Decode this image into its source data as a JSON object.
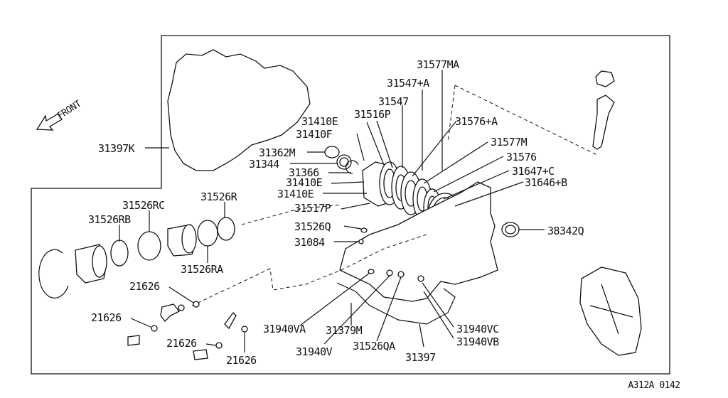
{
  "diagram": {
    "front_label": "FRONT",
    "drawing_code": "A312A 0142",
    "parts": [
      {
        "id": "p0",
        "label": "31397K"
      },
      {
        "id": "p1",
        "label": "31577MA"
      },
      {
        "id": "p2",
        "label": "31547+A"
      },
      {
        "id": "p3",
        "label": "31547"
      },
      {
        "id": "p4",
        "label": "31410E"
      },
      {
        "id": "p5",
        "label": "31516P"
      },
      {
        "id": "p6",
        "label": "31576+A"
      },
      {
        "id": "p7",
        "label": "31410F"
      },
      {
        "id": "p8",
        "label": "31577M"
      },
      {
        "id": "p9",
        "label": "31362M"
      },
      {
        "id": "p10",
        "label": "31576"
      },
      {
        "id": "p11",
        "label": "31344"
      },
      {
        "id": "p12",
        "label": "31647+C"
      },
      {
        "id": "p13",
        "label": "31366"
      },
      {
        "id": "p14",
        "label": "31410E"
      },
      {
        "id": "p15",
        "label": "31646+B"
      },
      {
        "id": "p16",
        "label": "31410E"
      },
      {
        "id": "p17",
        "label": "31526RC"
      },
      {
        "id": "p18",
        "label": "31526R"
      },
      {
        "id": "p19",
        "label": "31517P"
      },
      {
        "id": "p20",
        "label": "31526RB"
      },
      {
        "id": "p21",
        "label": "31526Q"
      },
      {
        "id": "p22",
        "label": "38342Q"
      },
      {
        "id": "p23",
        "label": "31084"
      },
      {
        "id": "p24",
        "label": "31526RA"
      },
      {
        "id": "p25",
        "label": "21626"
      },
      {
        "id": "p26",
        "label": "21626"
      },
      {
        "id": "p27",
        "label": "31940VA"
      },
      {
        "id": "p28",
        "label": "31379M"
      },
      {
        "id": "p29",
        "label": "31940VC"
      },
      {
        "id": "p30",
        "label": "21626"
      },
      {
        "id": "p31",
        "label": "31940VB"
      },
      {
        "id": "p32",
        "label": "31940V"
      },
      {
        "id": "p33",
        "label": "31526QA"
      },
      {
        "id": "p34",
        "label": "21626"
      },
      {
        "id": "p35",
        "label": "31397"
      }
    ]
  }
}
